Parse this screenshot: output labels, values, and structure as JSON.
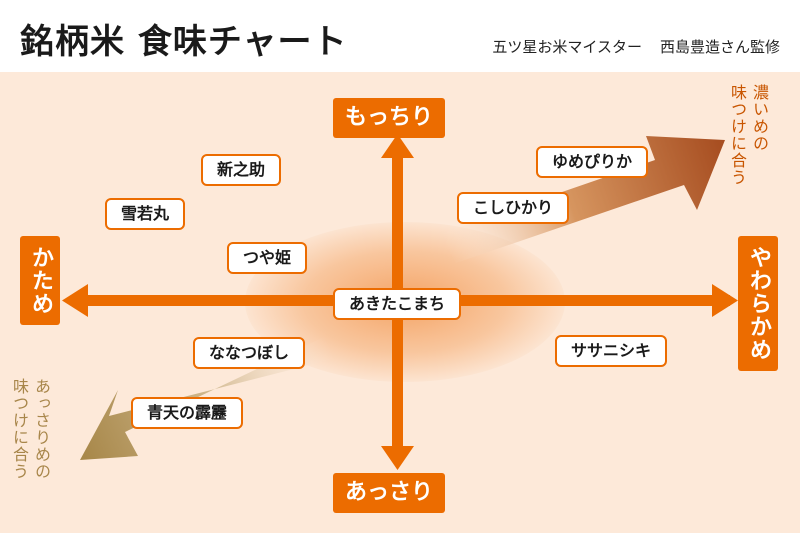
{
  "header": {
    "title": "銘柄米 食味チャート",
    "credit_role": "五ツ星お米マイスター",
    "credit_name": "西島豊造さん監修"
  },
  "axes": {
    "top": "もっちり",
    "bottom": "あっさり",
    "left": "かため",
    "right": "やわらかめ"
  },
  "notes": {
    "rich": "濃いめの\n味つけに合う",
    "light": "あっさりめの\n味つけに合う"
  },
  "rice_varieties": [
    {
      "name": "新之助"
    },
    {
      "name": "雪若丸"
    },
    {
      "name": "つや姫"
    },
    {
      "name": "ゆめぴりか"
    },
    {
      "name": "こしひかり"
    },
    {
      "name": "あきたこまち"
    },
    {
      "name": "ななつぼし"
    },
    {
      "name": "ササニシキ"
    },
    {
      "name": "青天の霹靂"
    }
  ],
  "colors": {
    "accent": "#ec6c00",
    "background": "#fde9d9",
    "rich_arrow": "#b0552a",
    "light_arrow": "#b39657"
  }
}
